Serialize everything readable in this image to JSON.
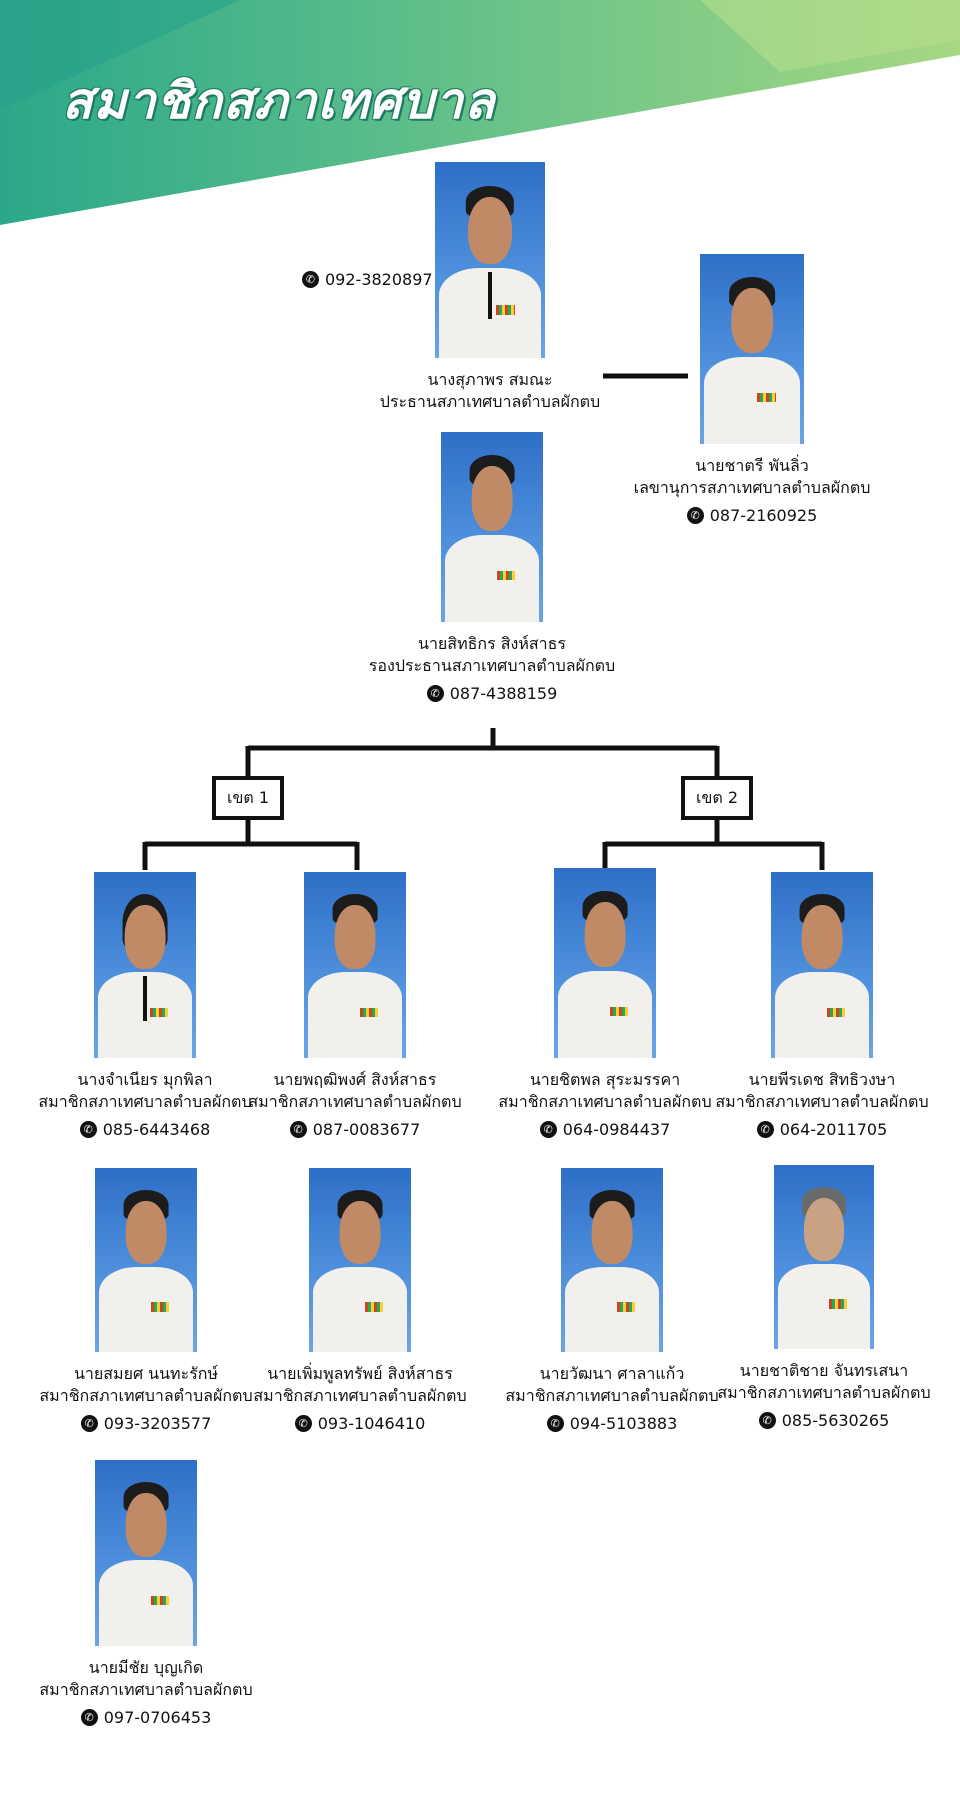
{
  "page": {
    "title": "สมาชิกสภาเทศบาล",
    "colors": {
      "header_dark": "#2aa88a",
      "header_light": "#a7d782",
      "line": "#111111",
      "photo_bg": "#3f82d6"
    }
  },
  "president": {
    "name": "นางสุภาพร สมณะ",
    "role": "ประธานสภาเทศบาลตำบลผักตบ",
    "phone": "092-3820897"
  },
  "secretary": {
    "name": "นายชาตรี พันลิ่ว",
    "role": "เลขานุการสภาเทศบาลตำบลผักตบ",
    "phone": "087-2160925"
  },
  "vice_president": {
    "name": "นายสิทธิกร สิงห์สาธร",
    "role": "รองประธานสภาเทศบาลตำบลผักตบ",
    "phone": "087-4388159"
  },
  "zones": [
    {
      "label": "เขต 1",
      "members": [
        {
          "name": "นางจำเนียร มุกพิลา",
          "role": "สมาชิกสภาเทศบาลตำบลผักตบ",
          "phone": "085-6443468"
        },
        {
          "name": "นายพฤฒิพงศ์ สิงห์สาธร",
          "role": "สมาชิกสภาเทศบาลตำบลผักตบ",
          "phone": "087-0083677"
        },
        {
          "name": "นายสมยศ นนทะรักษ์",
          "role": "สมาชิกสภาเทศบาลตำบลผักตบ",
          "phone": "093-3203577"
        },
        {
          "name": "นายเพิ่มพูลทรัพย์ สิงห์สาธร",
          "role": "สมาชิกสภาเทศบาลตำบลผักตบ",
          "phone": "093-1046410"
        },
        {
          "name": "นายมีชัย บุญเกิด",
          "role": "สมาชิกสภาเทศบาลตำบลผักตบ",
          "phone": "097-0706453"
        }
      ]
    },
    {
      "label": "เขต 2",
      "members": [
        {
          "name": "นายชิตพล สุระมรรคา",
          "role": "สมาชิกสภาเทศบาลตำบลผักตบ",
          "phone": "064-0984437"
        },
        {
          "name": "นายพีรเดช สิทธิวงษา",
          "role": "สมาชิกสภาเทศบาลตำบลผักตบ",
          "phone": "064-2011705"
        },
        {
          "name": "นายวัฒนา ศาลาแก้ว",
          "role": "สมาชิกสภาเทศบาลตำบลผักตบ",
          "phone": "094-5103883"
        },
        {
          "name": "นายชาติชาย จันทรเสนา",
          "role": "สมาชิกสภาเทศบาลตำบลผักตบ",
          "phone": "085-5630265"
        }
      ]
    }
  ]
}
